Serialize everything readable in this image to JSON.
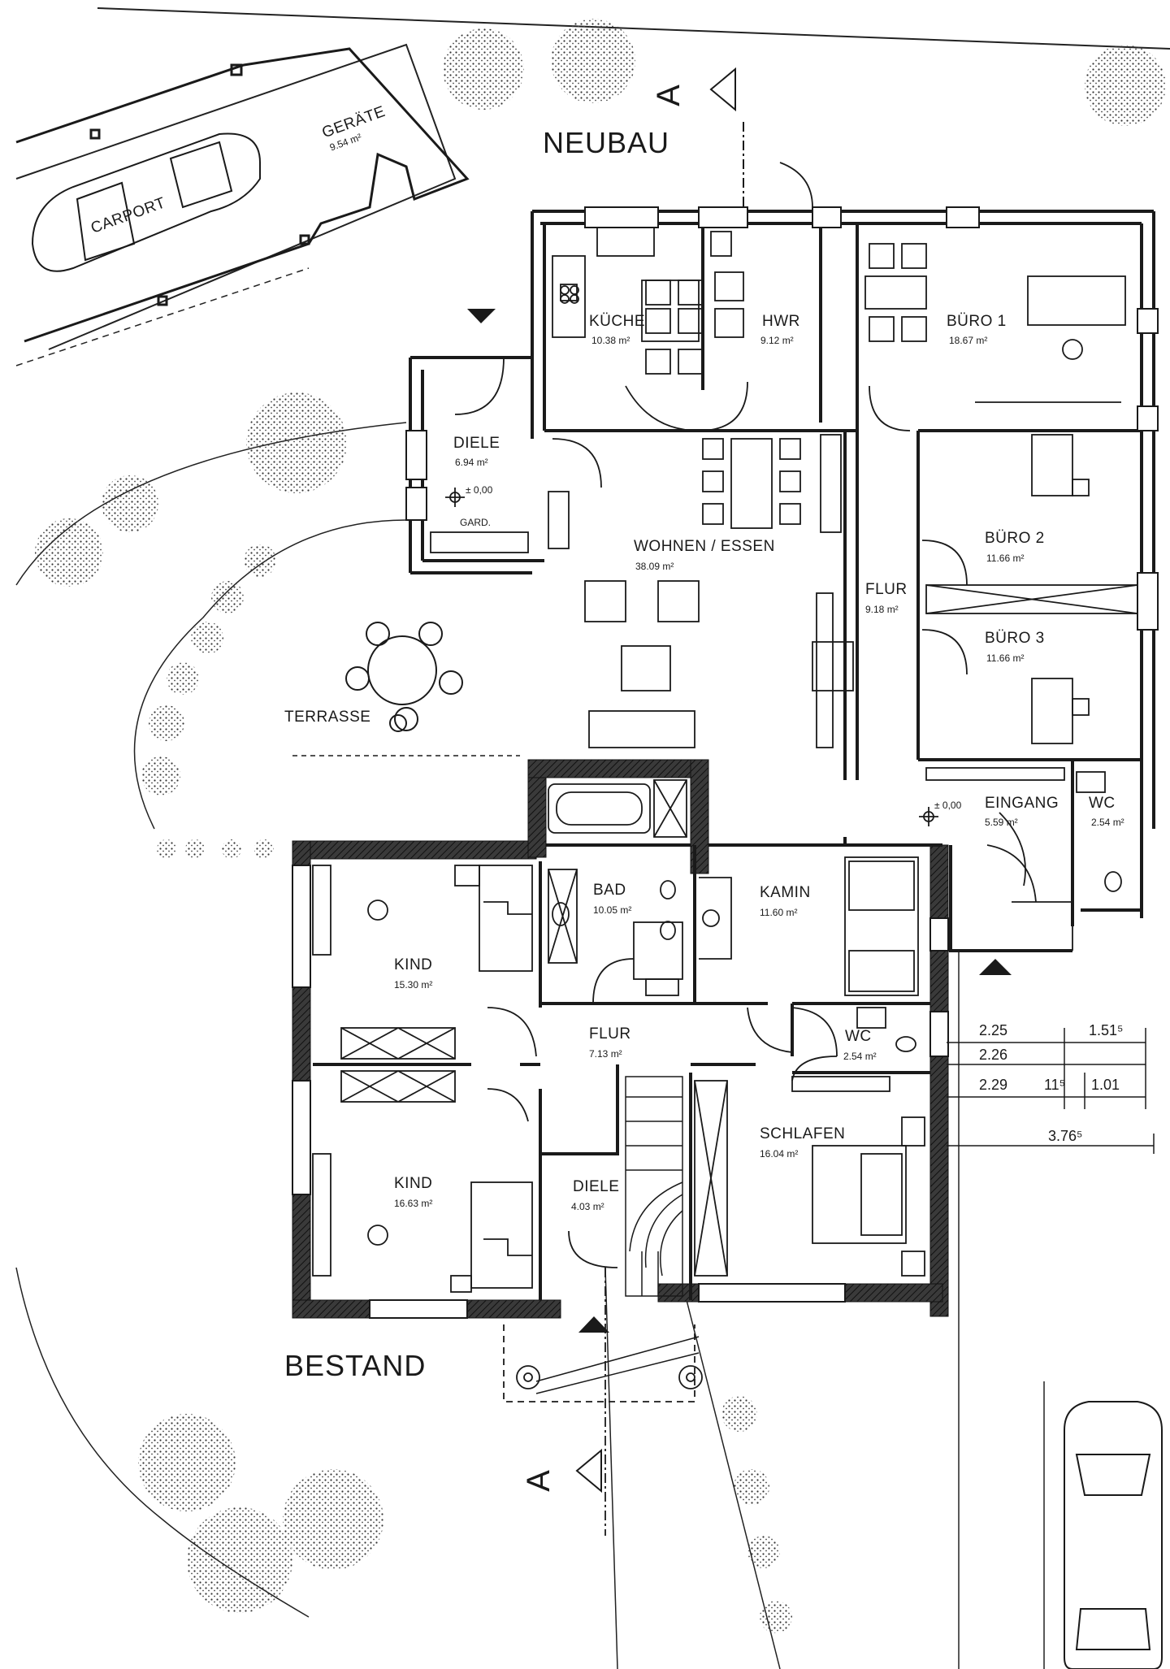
{
  "headings": {
    "neubau": "NEUBAU",
    "bestand": "BESTAND"
  },
  "section_marker": {
    "letter": "A"
  },
  "rooms": [
    {
      "id": "carport",
      "name": "CARPORT",
      "area": ""
    },
    {
      "id": "geraete",
      "name": "GERÄTE",
      "area": "9.54 m²"
    },
    {
      "id": "kueche",
      "name": "KÜCHE",
      "area": "10.38 m²"
    },
    {
      "id": "hwr",
      "name": "HWR",
      "area": "9.12 m²"
    },
    {
      "id": "buero1",
      "name": "BÜRO 1",
      "area": "18.67 m²"
    },
    {
      "id": "diele_neu",
      "name": "DIELE",
      "area": "6.94 m²"
    },
    {
      "id": "wohnen",
      "name": "WOHNEN / ESSEN",
      "area": "38.09 m²"
    },
    {
      "id": "buero2",
      "name": "BÜRO 2",
      "area": "11.66 m²"
    },
    {
      "id": "flur_neu",
      "name": "FLUR",
      "area": "9.18 m²"
    },
    {
      "id": "buero3",
      "name": "BÜRO 3",
      "area": "11.66 m²"
    },
    {
      "id": "terrasse",
      "name": "TERRASSE",
      "area": ""
    },
    {
      "id": "eingang",
      "name": "EINGANG",
      "area": "5.59 m²"
    },
    {
      "id": "wc1",
      "name": "WC",
      "area": "2.54 m²"
    },
    {
      "id": "bad",
      "name": "BAD",
      "area": "10.05 m²"
    },
    {
      "id": "kamin",
      "name": "KAMIN",
      "area": "11.60 m²"
    },
    {
      "id": "kind1",
      "name": "KIND",
      "area": "15.30 m²"
    },
    {
      "id": "flur_best",
      "name": "FLUR",
      "area": "7.13 m²"
    },
    {
      "id": "wc2",
      "name": "WC",
      "area": "2.54 m²"
    },
    {
      "id": "schlafen",
      "name": "SCHLAFEN",
      "area": "16.04 m²"
    },
    {
      "id": "kind2",
      "name": "KIND",
      "area": "16.63 m²"
    },
    {
      "id": "diele_best",
      "name": "DIELE",
      "area": "4.03 m²"
    }
  ],
  "annotations": {
    "level_diele": "± 0,00",
    "level_eingang": "± 0,00",
    "gard": "GARD."
  },
  "dimensions": {
    "d1": "2.25",
    "d2": "1.51⁵",
    "d3": "2.26",
    "d4": "2.29",
    "d5": "11⁵",
    "d6": "1.01",
    "d7": "3.76⁵"
  },
  "colors": {
    "line": "#1a1a1a",
    "wall_fill": "#2b2b2b",
    "hatch": "#555555",
    "tree": "#444444"
  }
}
